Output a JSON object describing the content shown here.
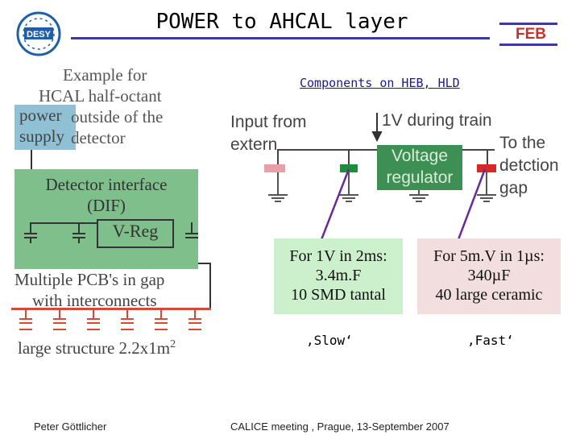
{
  "header": {
    "title": "POWER to AHCAL layer",
    "logo_text": "DESY",
    "feb_label": "FEB",
    "subtitle": "Components on HEB, HLD"
  },
  "left_figure": {
    "example_lines": [
      "Example for",
      "HCAL half-octant",
      "outside of the",
      "detector"
    ],
    "power_supply_lines": [
      "power",
      "supply"
    ],
    "dif_lines": [
      "Detector interface",
      "(DIF)"
    ],
    "vreg_label": "V-Reg",
    "pcb_lines": [
      "Multiple PCB's in gap",
      "with interconnects"
    ],
    "structure_label": "large structure 2.2x1m",
    "structure_sup": "2"
  },
  "right_figure": {
    "input_lines": [
      "Input from",
      "extern"
    ],
    "train_label": "1V during train",
    "regulator_lines": [
      "Voltage",
      "regulator"
    ],
    "gap_lines": [
      "To the",
      "detction",
      "gap"
    ]
  },
  "notes": {
    "slow_lines": [
      "For 1V in 2ms:",
      "3.4m.F",
      "10 SMD tantal"
    ],
    "fast_lines": [
      "For 5m.V in 1µs:",
      "340µF",
      "40 large ceramic"
    ],
    "slow_label": "‚Slow‘",
    "fast_label": "‚Fast‘"
  },
  "footer": {
    "author": "Peter Göttlicher",
    "event": "CALICE meeting , Prague, 13-September 2007"
  },
  "colors": {
    "accent_line": "#3b3b9a",
    "feb_red": "#c8322a",
    "green_box": "#7fbf8c",
    "regulator_green": "#3d8f54",
    "supply_blue": "#8fc0d4",
    "note_green_bg": "#ccf0cc",
    "note_pink_bg": "#f2dede"
  }
}
